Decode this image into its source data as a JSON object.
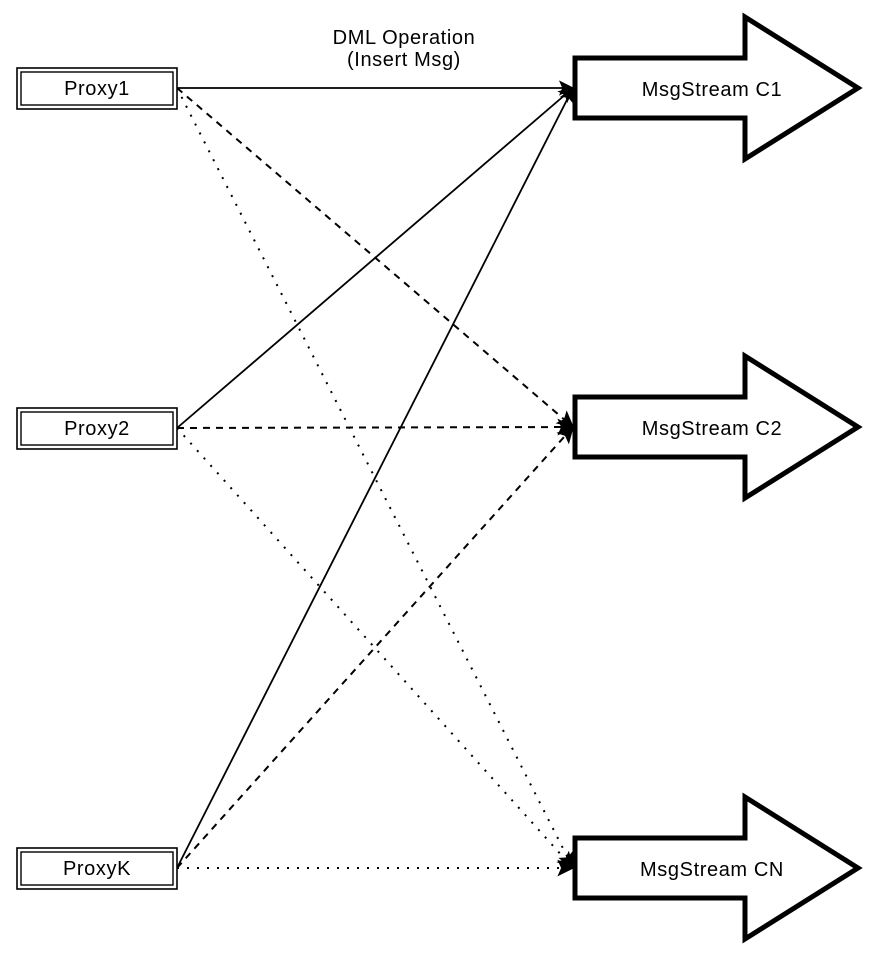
{
  "diagram": {
    "title_line1": "DML Operation",
    "title_line2": "(Insert Msg)",
    "proxies": [
      {
        "id": "proxy1",
        "label": "Proxy1"
      },
      {
        "id": "proxy2",
        "label": "Proxy2"
      },
      {
        "id": "proxyk",
        "label": "ProxyK"
      }
    ],
    "streams": [
      {
        "id": "msgstream-c1",
        "label": "MsgStream C1"
      },
      {
        "id": "msgstream-c2",
        "label": "MsgStream C2"
      },
      {
        "id": "msgstream-cn",
        "label": "MsgStream CN"
      }
    ],
    "edges": [
      {
        "from": "Proxy1",
        "to": "MsgStream C1",
        "style": "solid"
      },
      {
        "from": "Proxy1",
        "to": "MsgStream C2",
        "style": "dashed"
      },
      {
        "from": "Proxy1",
        "to": "MsgStream CN",
        "style": "dotted"
      },
      {
        "from": "Proxy2",
        "to": "MsgStream C1",
        "style": "solid"
      },
      {
        "from": "Proxy2",
        "to": "MsgStream C2",
        "style": "dashed"
      },
      {
        "from": "Proxy2",
        "to": "MsgStream CN",
        "style": "dotted"
      },
      {
        "from": "ProxyK",
        "to": "MsgStream C1",
        "style": "solid"
      },
      {
        "from": "ProxyK",
        "to": "MsgStream C2",
        "style": "dashed"
      },
      {
        "from": "ProxyK",
        "to": "MsgStream CN",
        "style": "dotted"
      }
    ],
    "colors": {
      "stroke": "#000000",
      "fill": "#ffffff",
      "background": "#ffffff"
    }
  }
}
